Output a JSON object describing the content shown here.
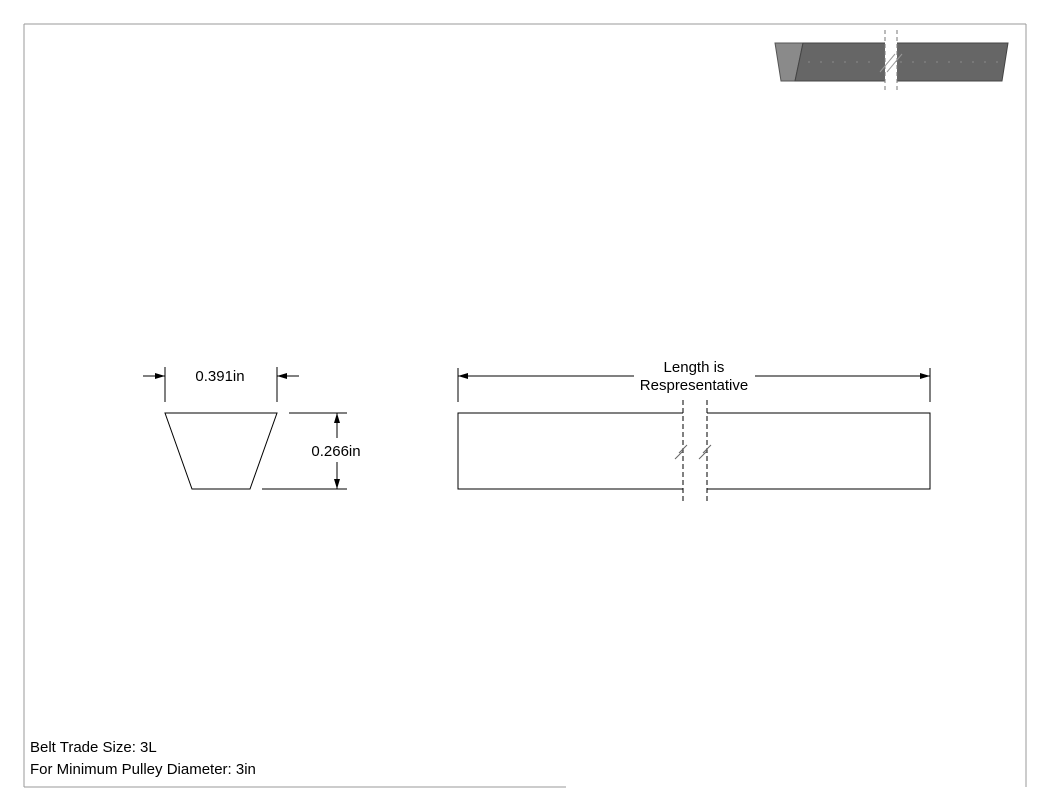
{
  "dimensions": {
    "top_width": "0.391in",
    "height": "0.266in",
    "length_line1": "Length is",
    "length_line2": "Respresentative"
  },
  "notes": {
    "trade_size": "Belt Trade Size: 3L",
    "min_pulley": "For Minimum Pulley Diameter: 3in"
  },
  "colors": {
    "line": "#000000",
    "frame": "#9a9a9a",
    "thumb_face": "#8a8a8a",
    "thumb_body": "#666666"
  }
}
